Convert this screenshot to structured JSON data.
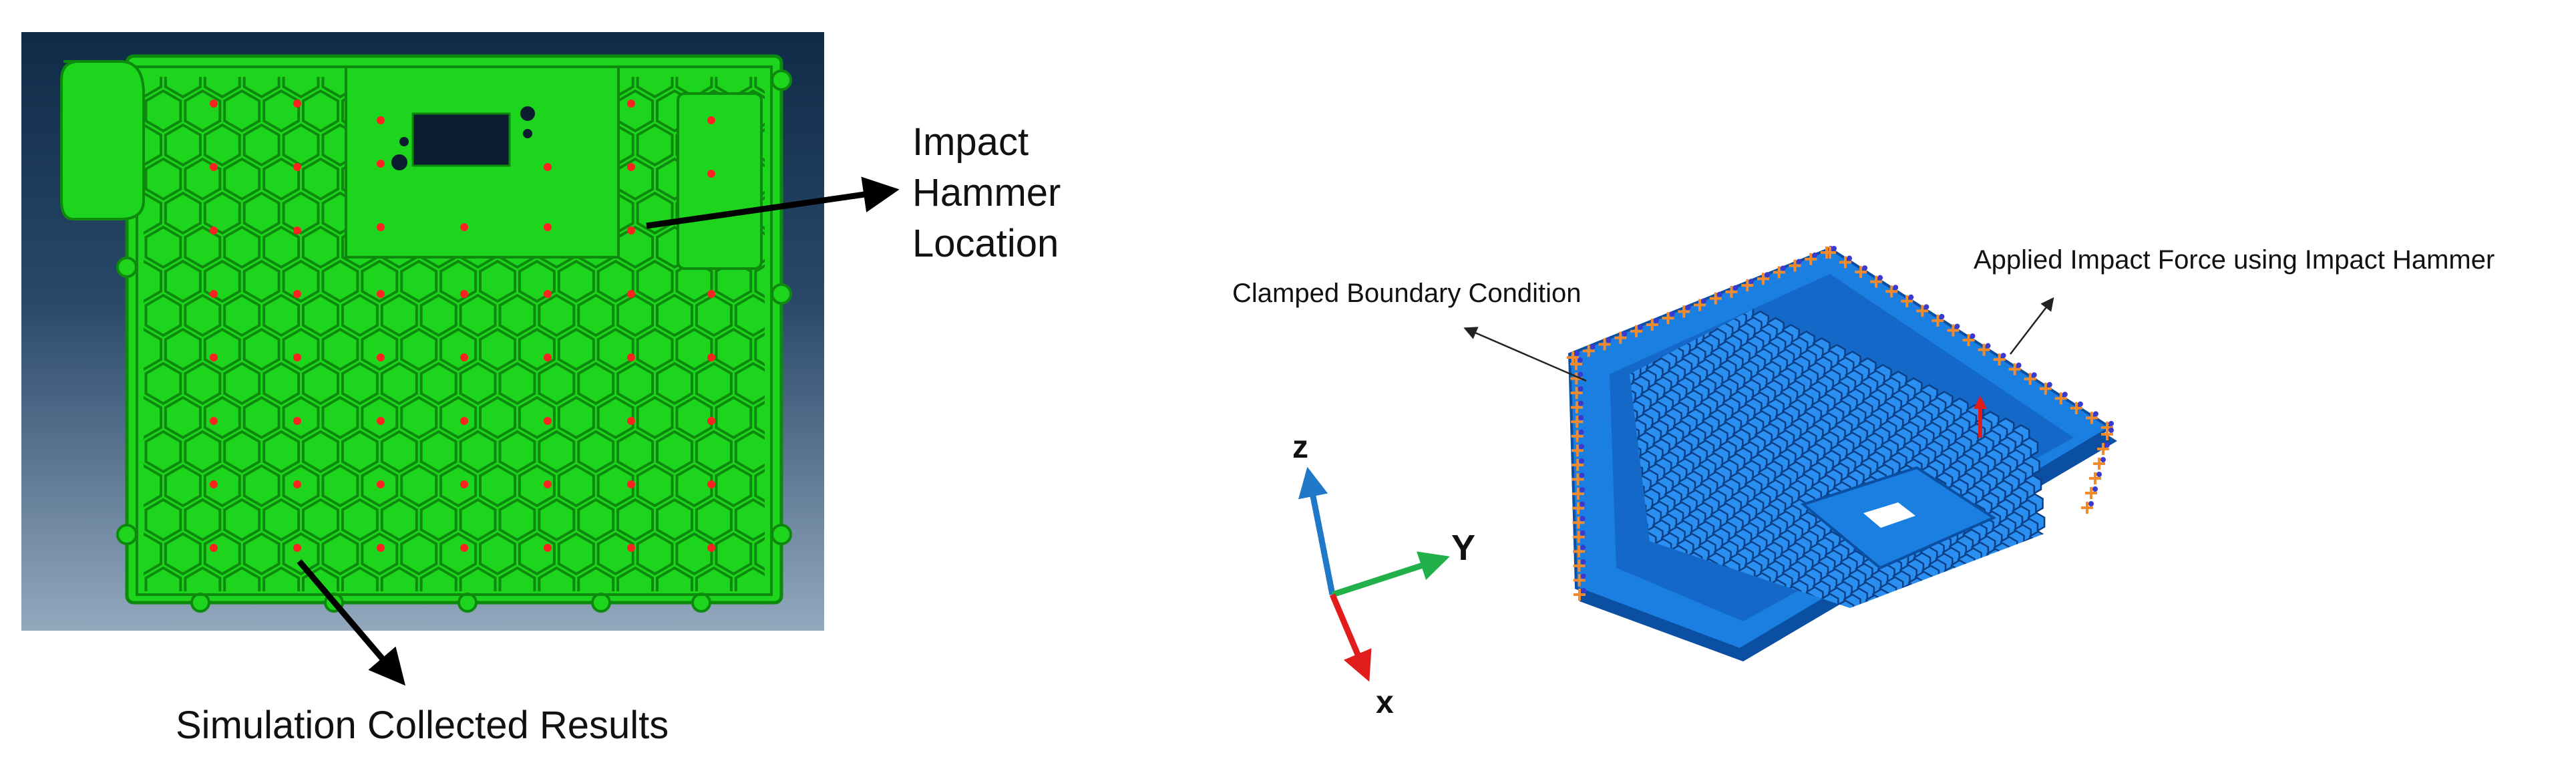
{
  "left_panel": {
    "impact_label_lines": [
      "Impact",
      "Hammer",
      "Location"
    ],
    "results_label": "Simulation Collected Results"
  },
  "right_panel": {
    "clamped_label": "Clamped Boundary Condition",
    "force_label": "Applied Impact Force using Impact Hammer",
    "axes": {
      "z": "z",
      "y": "Y",
      "x": "x"
    }
  },
  "colors": {
    "plate_green": "#1ed51e",
    "plate_dark_green": "#0d8a0d",
    "result_point_red": "#ff2020",
    "viewport_top": "#0f2b47",
    "viewport_bottom": "#8fa3b8",
    "plate_blue": "#1a7fe0",
    "plate_dark_blue": "#0b4fa3",
    "clamp_orange": "#f28a2e",
    "axis_z_blue": "#1f78c8",
    "axis_y_green": "#22b04a",
    "axis_x_red": "#e01c1c"
  }
}
